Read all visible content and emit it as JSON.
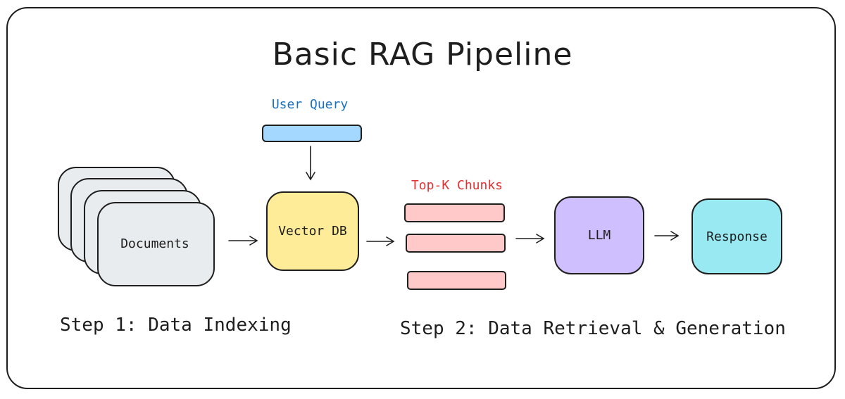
{
  "title": "Basic RAG Pipeline",
  "query": {
    "label": "User Query"
  },
  "documents": {
    "label": "Documents"
  },
  "vector_db": {
    "label": "Vector DB"
  },
  "chunks": {
    "label": "Top-K Chunks"
  },
  "llm": {
    "label": "LLM"
  },
  "response": {
    "label": "Response"
  },
  "steps": {
    "step1": "Step 1: Data Indexing",
    "step2": "Step 2: Data Retrieval & Generation"
  },
  "colors": {
    "query": "#a5d8ff",
    "query_label": "#1971c2",
    "documents": "#e9ecef",
    "vector_db": "#ffec99",
    "chunks": "#ffc9c9",
    "chunks_label": "#e03131",
    "llm": "#d0bfff",
    "response": "#99e9f2"
  }
}
